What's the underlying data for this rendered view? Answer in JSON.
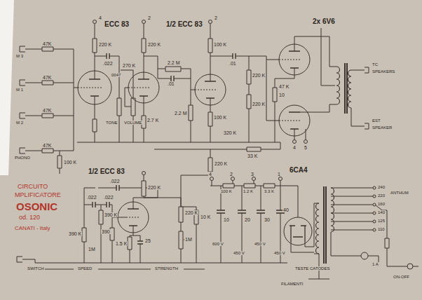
{
  "diagram": {
    "labels": [
      "ECC 83",
      "1/2 ECC 83",
      "2x 6V6",
      "1/2 ECC 83",
      "6CA4",
      "CIRCUITO",
      "MPLIFICATORE",
      "OSONIC",
      "od. 120",
      "CANATI - Italy",
      "M 3",
      "M 1",
      "M 2",
      "PHONO",
      "47K",
      "47K",
      "47K",
      "47K",
      "100 K",
      "220 K",
      "220 K",
      "100 K",
      ".022",
      "0047",
      "270 K",
      "2.2 M",
      ".01",
      "TONE",
      "VOLUME",
      "2.7 K",
      "2.2 M",
      "100 K",
      ".01",
      "220 K",
      "220 K",
      "47 K",
      "10",
      "320 K",
      "33 K",
      "TC",
      "SPEAKERS",
      "EST",
      "SPEAKER",
      "4",
      "2",
      "2",
      "4",
      "5",
      "220 K",
      ".022",
      ".022",
      ".022",
      "390 K",
      "390 K",
      "390",
      "1M",
      "1.5 K",
      "25",
      "220 K",
      "220 K",
      "1M",
      "10 K",
      "SPEED",
      "STRENGTH",
      "SWITCH",
      "4",
      "2",
      "3",
      "1",
      "100 K",
      "1.2 K",
      "3.3 K",
      "10",
      "20",
      "30",
      "40",
      "600 V",
      "450 V",
      "450 V",
      "450 V",
      "240",
      "220",
      "160",
      "140",
      "125",
      "110",
      "ANTHUM",
      "ON-OFF",
      "1 A",
      "TESTE CATODES",
      "FILAMENTI"
    ]
  }
}
